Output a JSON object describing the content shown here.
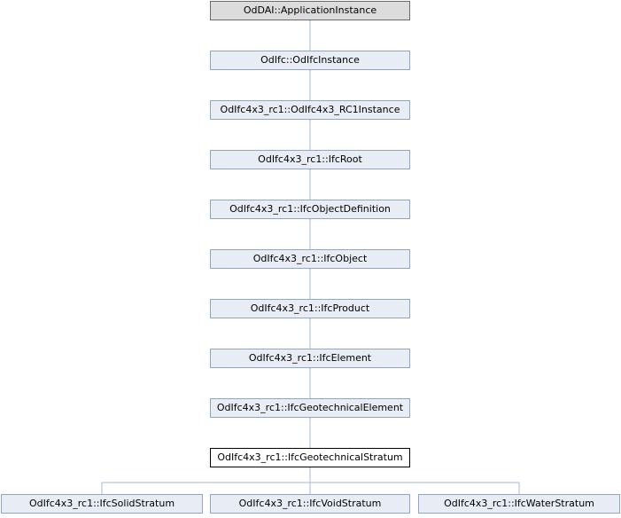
{
  "colors": {
    "edge": "#a7bad6",
    "node_fill": "#e8ecf5",
    "node_border": "#8fa6c8",
    "root_fill": "#dcdcdc",
    "current_fill": "#ffffff"
  },
  "nodes": [
    {
      "id": "n0",
      "label": "OdDAI::ApplicationInstance"
    },
    {
      "id": "n1",
      "label": "OdIfc::OdIfcInstance"
    },
    {
      "id": "n2",
      "label": "OdIfc4x3_rc1::OdIfc4x3_RC1Instance"
    },
    {
      "id": "n3",
      "label": "OdIfc4x3_rc1::IfcRoot"
    },
    {
      "id": "n4",
      "label": "OdIfc4x3_rc1::IfcObjectDefinition"
    },
    {
      "id": "n5",
      "label": "OdIfc4x3_rc1::IfcObject"
    },
    {
      "id": "n6",
      "label": "OdIfc4x3_rc1::IfcProduct"
    },
    {
      "id": "n7",
      "label": "OdIfc4x3_rc1::IfcElement"
    },
    {
      "id": "n8",
      "label": "OdIfc4x3_rc1::IfcGeotechnicalElement"
    },
    {
      "id": "n9",
      "label": "OdIfc4x3_rc1::IfcGeotechnicalStratum"
    },
    {
      "id": "n10",
      "label": "OdIfc4x3_rc1::IfcSolidStratum"
    },
    {
      "id": "n11",
      "label": "OdIfc4x3_rc1::IfcVoidStratum"
    },
    {
      "id": "n12",
      "label": "OdIfc4x3_rc1::IfcWaterStratum"
    }
  ]
}
